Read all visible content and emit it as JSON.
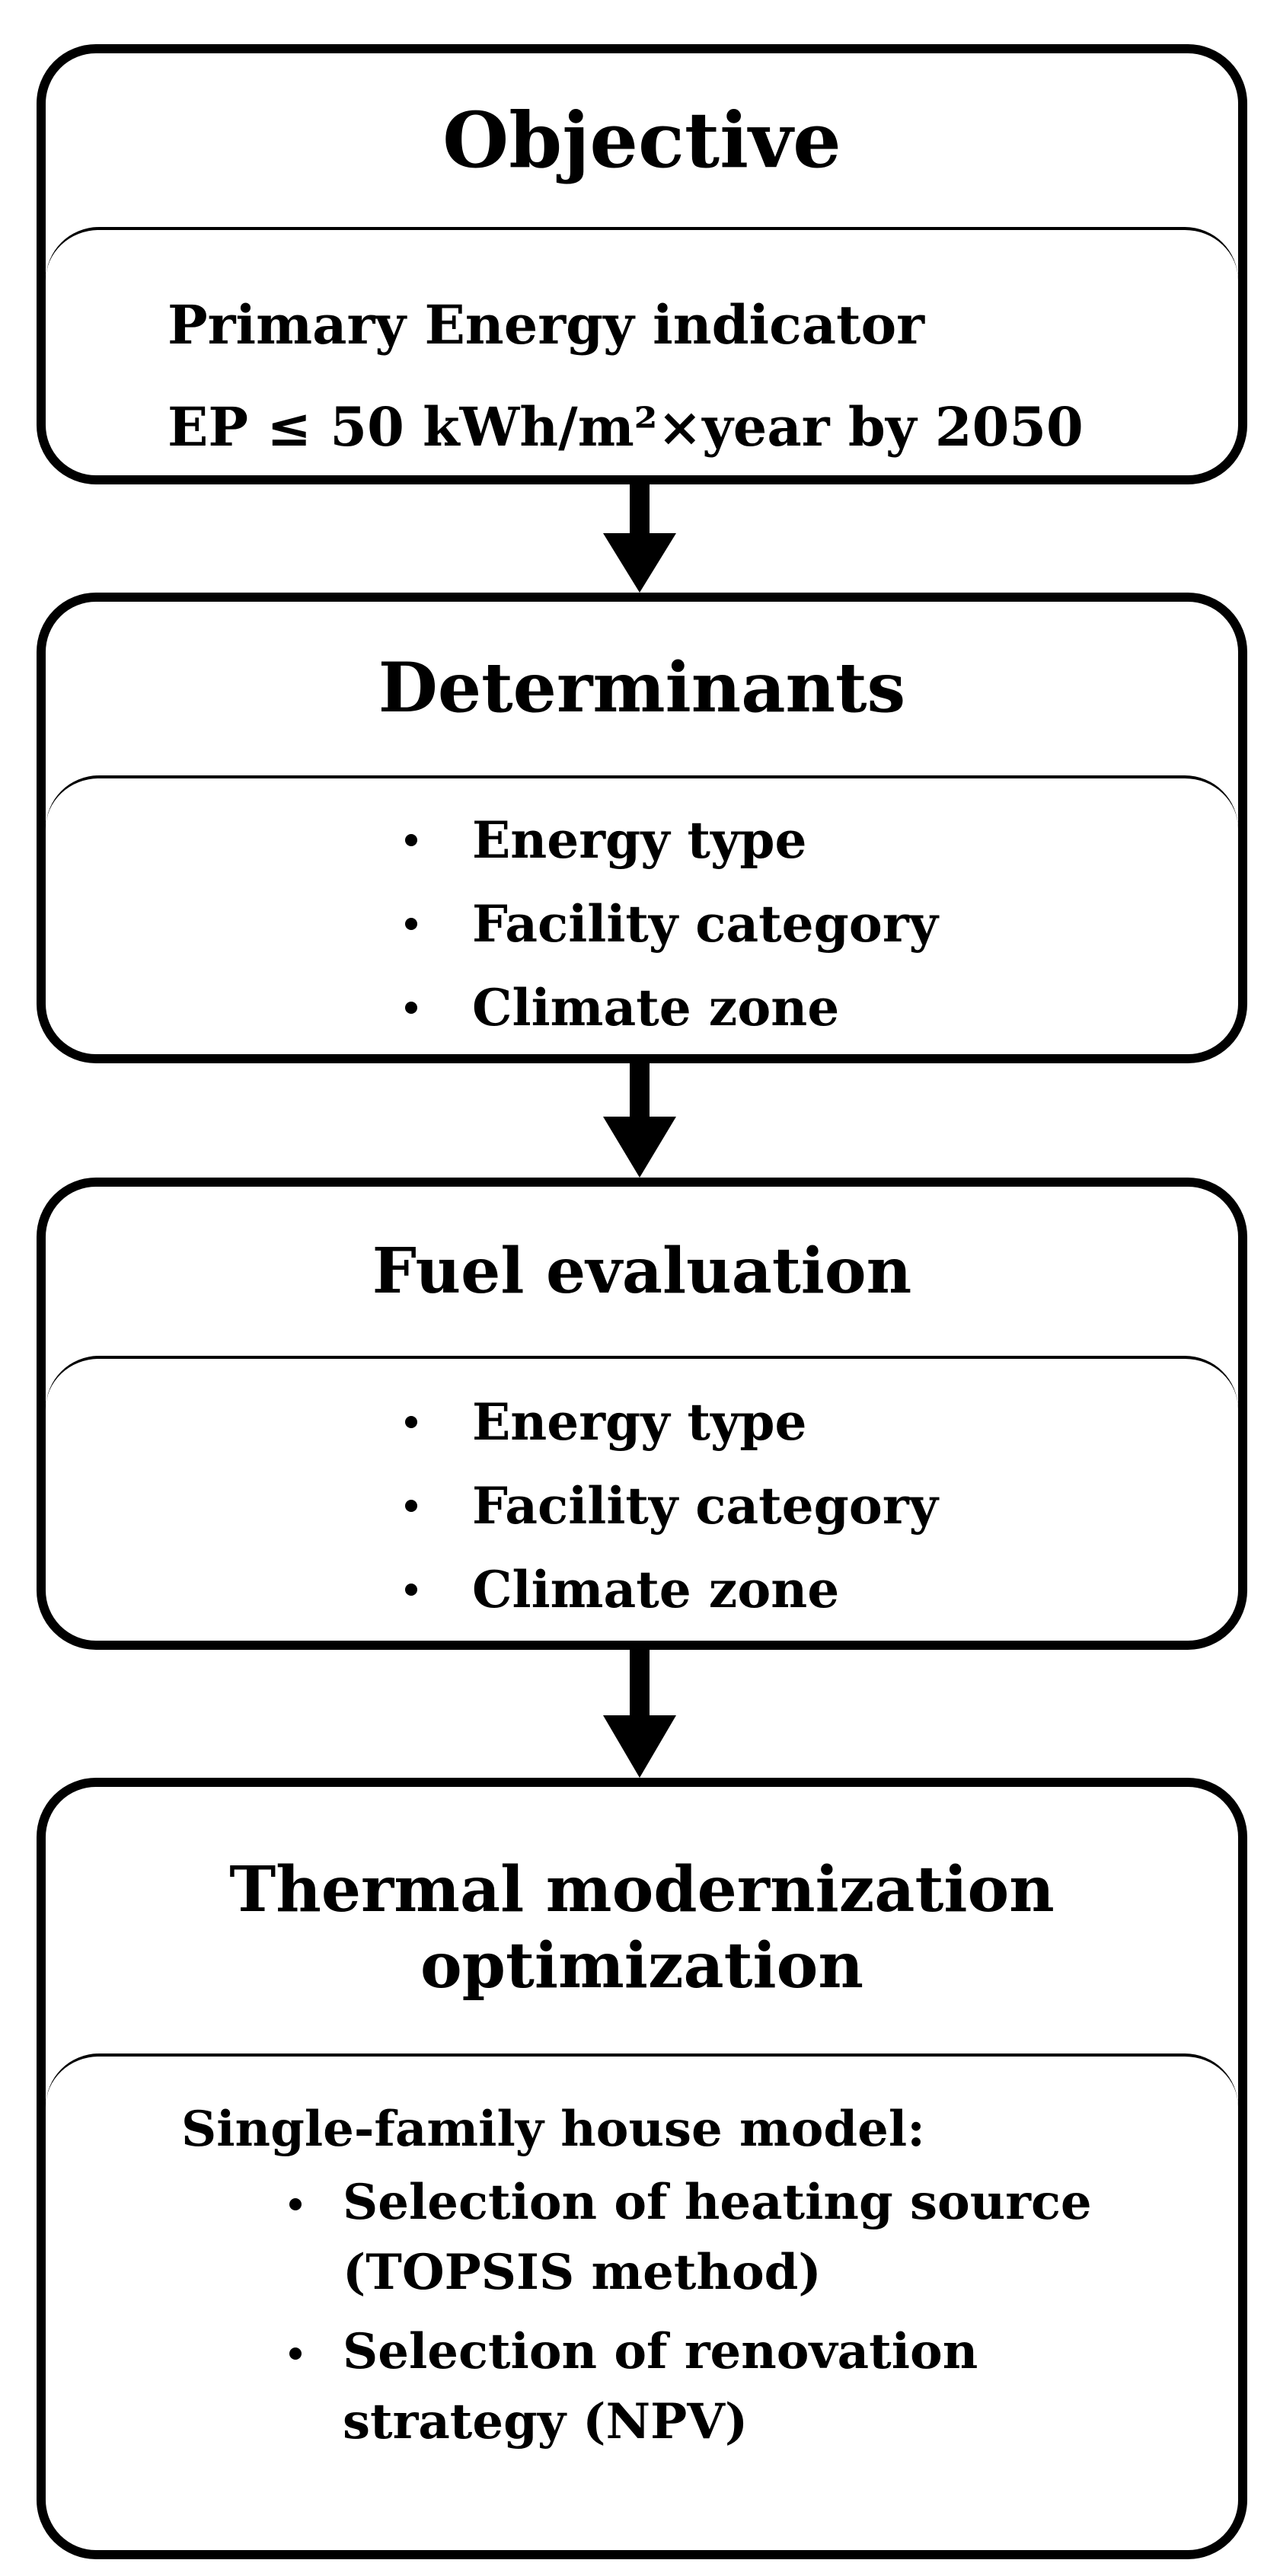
{
  "boxes": [
    {
      "title": "Objective",
      "body": [
        "Primary Energy indicator",
        "EP ≤ 50 kWh/m²×year by 2050"
      ]
    },
    {
      "title": "Determinants",
      "bullets": [
        "Energy type",
        "Facility category",
        "Climate zone"
      ]
    },
    {
      "title": "Fuel evaluation",
      "bullets": [
        "Energy type",
        "Facility category",
        "Climate zone"
      ]
    },
    {
      "title_lines": [
        "Thermal modernization",
        "optimization"
      ],
      "intro": "Single-family house model:",
      "bullets": [
        [
          "Selection of heating source",
          "(TOPSIS method)"
        ],
        [
          "Selection of renovation",
          "strategy (NPV)"
        ]
      ]
    }
  ]
}
